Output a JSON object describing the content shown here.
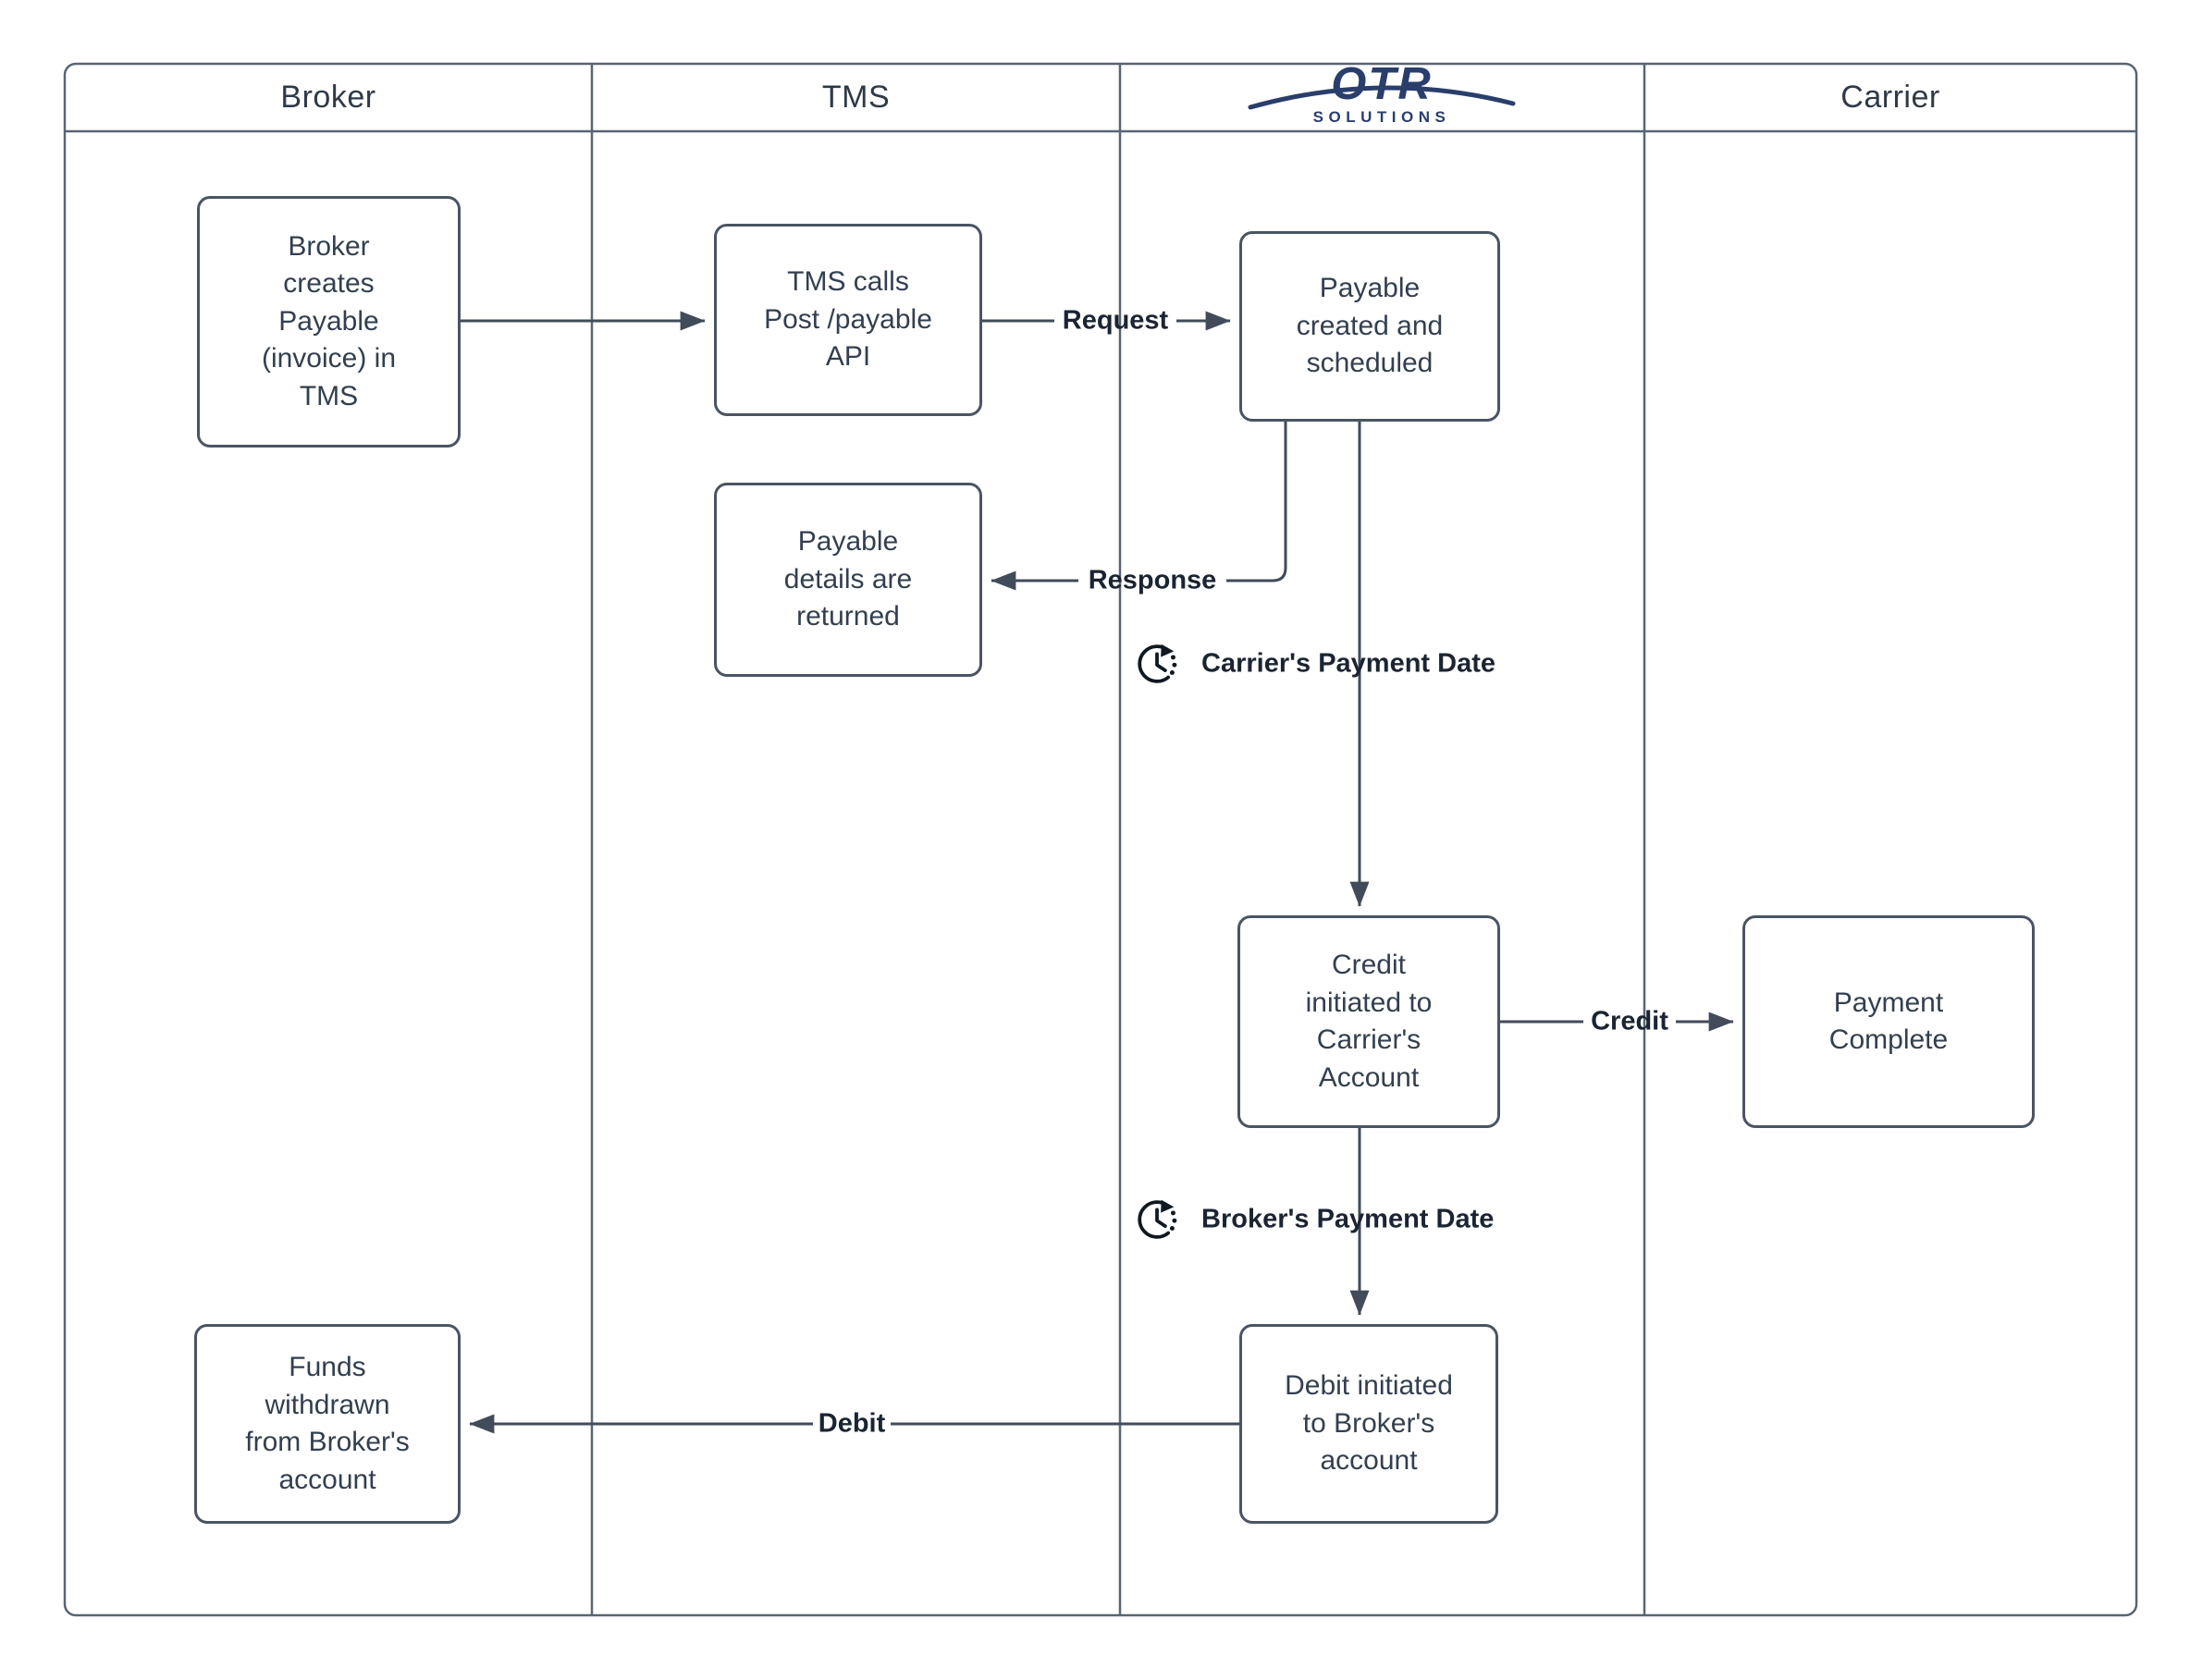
{
  "colors": {
    "line": "#414b5a",
    "frame": "#5a6472",
    "box_border": "#4a5463",
    "box_text": "#333f4f",
    "header_text": "#2f3a46",
    "label_text": "#1b2432",
    "brand_navy": "#2a3e6c",
    "icon": "#101820",
    "bg": "#ffffff"
  },
  "lanes": [
    {
      "id": "broker",
      "label": "Broker"
    },
    {
      "id": "tms",
      "label": "TMS"
    },
    {
      "id": "otr",
      "label": "OTR",
      "sublabel": "SOLUTIONS"
    },
    {
      "id": "carrier",
      "label": "Carrier"
    }
  ],
  "boxes": [
    {
      "id": "broker-creates-payable",
      "lane": "broker",
      "text": "Broker\ncreates\nPayable\n(invoice) in\nTMS"
    },
    {
      "id": "tms-calls-post-payable-api",
      "lane": "tms",
      "text": "TMS calls\nPost /payable\nAPI"
    },
    {
      "id": "payable-created-scheduled",
      "lane": "otr",
      "text": "Payable\ncreated and\nscheduled"
    },
    {
      "id": "payable-details-returned",
      "lane": "tms",
      "text": "Payable\ndetails are\nreturned"
    },
    {
      "id": "credit-initiated",
      "lane": "otr",
      "text": "Credit\ninitiated to\nCarrier's\nAccount"
    },
    {
      "id": "payment-complete",
      "lane": "carrier",
      "text": "Payment\nComplete"
    },
    {
      "id": "debit-initiated",
      "lane": "otr",
      "text": "Debit initiated\nto Broker's\naccount"
    },
    {
      "id": "funds-withdrawn",
      "lane": "broker",
      "text": "Funds\nwithdrawn\nfrom Broker's\naccount"
    }
  ],
  "edges": {
    "request_label": "Request",
    "response_label": "Response",
    "credit_label": "Credit",
    "debit_label": "Debit"
  },
  "milestones": [
    {
      "icon": "clock-rotate-icon",
      "label": "Carrier's Payment Date"
    },
    {
      "icon": "clock-rotate-icon",
      "label": "Broker's Payment Date"
    }
  ]
}
